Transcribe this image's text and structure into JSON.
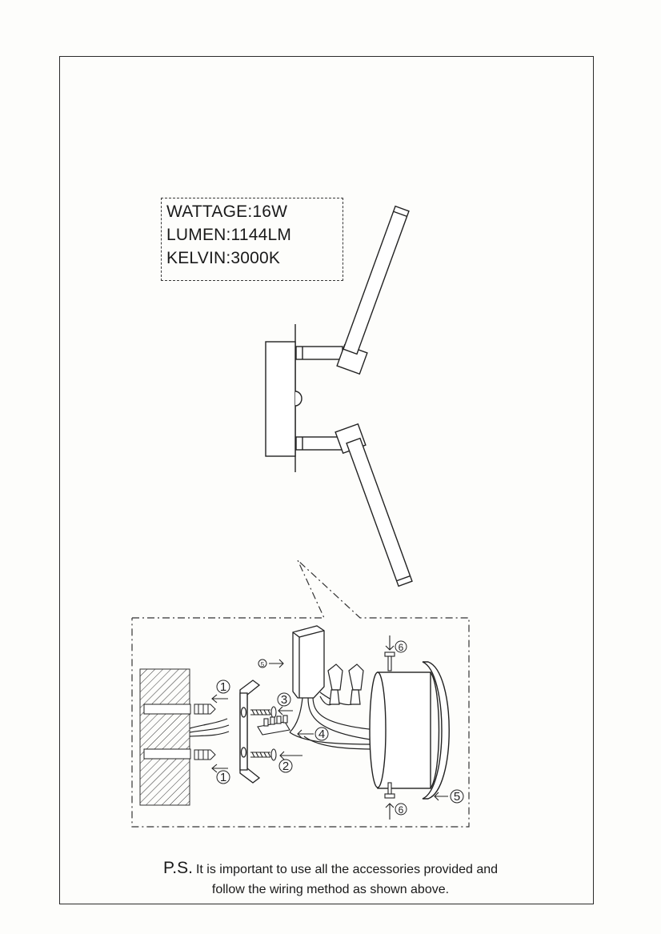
{
  "specs": {
    "wattage": "WATTAGE:16W",
    "lumen": "LUMEN:1144LM",
    "kelvin": "KELVIN:3000K"
  },
  "steps": {
    "step1": "1",
    "step2": "2",
    "step3": "3",
    "step4": "4",
    "step5": "5",
    "step6": "6"
  },
  "note": {
    "prefix": "P.S.",
    "line1": "It is important to use all the accessories provided and",
    "line2": "follow the wiring method as shown above."
  }
}
